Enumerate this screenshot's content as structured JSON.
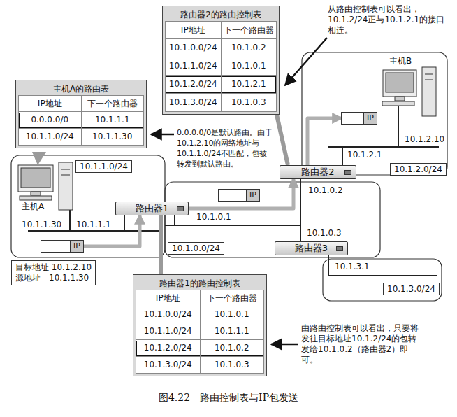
{
  "diagram": {
    "caption": "图4.22　路由控制表与IP包发送",
    "nodes": [
      {
        "text": [
          "路由器2的路由控制表",
          "IP地址",
          "下一个路由器",
          "10.1.0.0/24",
          "10.1.0.2",
          "10.1.1.0/24",
          "10.1.0.1",
          "10.1.2.0/24",
          "10.1.2.1",
          "10.1.3.0/24",
          "10.1.0.3"
        ]
      },
      {
        "text": [
          "主机A的路由表",
          "IP地址",
          "下一个路由器",
          "0.0.0.0/0",
          "10.1.1.1",
          "10.1.1.0/24",
          "10.1.1.30"
        ]
      },
      {
        "text": [
          "10.1.1.0/24"
        ]
      },
      {
        "text": [
          "IP"
        ]
      },
      {
        "text": [
          "路由器2"
        ]
      },
      {
        "text": [
          "10.1.2.0/24"
        ]
      },
      {
        "text": [
          "路由器1"
        ]
      },
      {
        "text": [
          "IP"
        ]
      },
      {
        "text": [
          "10.1.0.0/24"
        ]
      },
      {
        "text": [
          "路由器3"
        ]
      },
      {
        "text": [
          "IP"
        ]
      },
      {
        "text": [
          "目标地址 10.1.2.10",
          "源地址　10.1.1.30"
        ]
      },
      {
        "text": [
          "10.1.3.0/24"
        ]
      },
      {
        "text": [
          "路由器1的路由控制表",
          "IP地址",
          "下一个路由器",
          "10.1.0.0/24",
          "10.1.0.1",
          "10.1.1.0/24",
          "10.1.1.1",
          "10.1.2.0/24",
          "10.1.0.2",
          "10.1.3.0/24",
          "10.1.0.3"
        ]
      }
    ],
    "edges": [
      {
        "from": 10,
        "to": 6,
        "arrow": "to"
      },
      {
        "from": 6,
        "to": 4,
        "arrow": "to"
      },
      {
        "from": 4,
        "to": 3,
        "arrow": "to"
      },
      {
        "from": 0,
        "to": 4,
        "arrow": "none"
      },
      {
        "from": 13,
        "to": 6,
        "arrow": "none"
      }
    ],
    "labels": [
      "从路由控制表可以看出，10.1.2/24正与10.1.2.1的接口相连。",
      "主机B",
      "0.0.0.0/0是默认路由。由于10.1.2.10的网络地址与10.1.1.0/24不匹配，包被转发到默认路由。",
      "10.1.2.10",
      "10.1.2.1",
      "10.1.0.2",
      "主机A",
      "10.1.0.1",
      "10.1.1.30",
      "10.1.1.1",
      "10.1.0.3",
      "10.1.3.1",
      "由路由控制表可以看出，只要将发往目标地址10.1.2/24的包转发给10.1.0.2（路由器2）即可。"
    ]
  }
}
